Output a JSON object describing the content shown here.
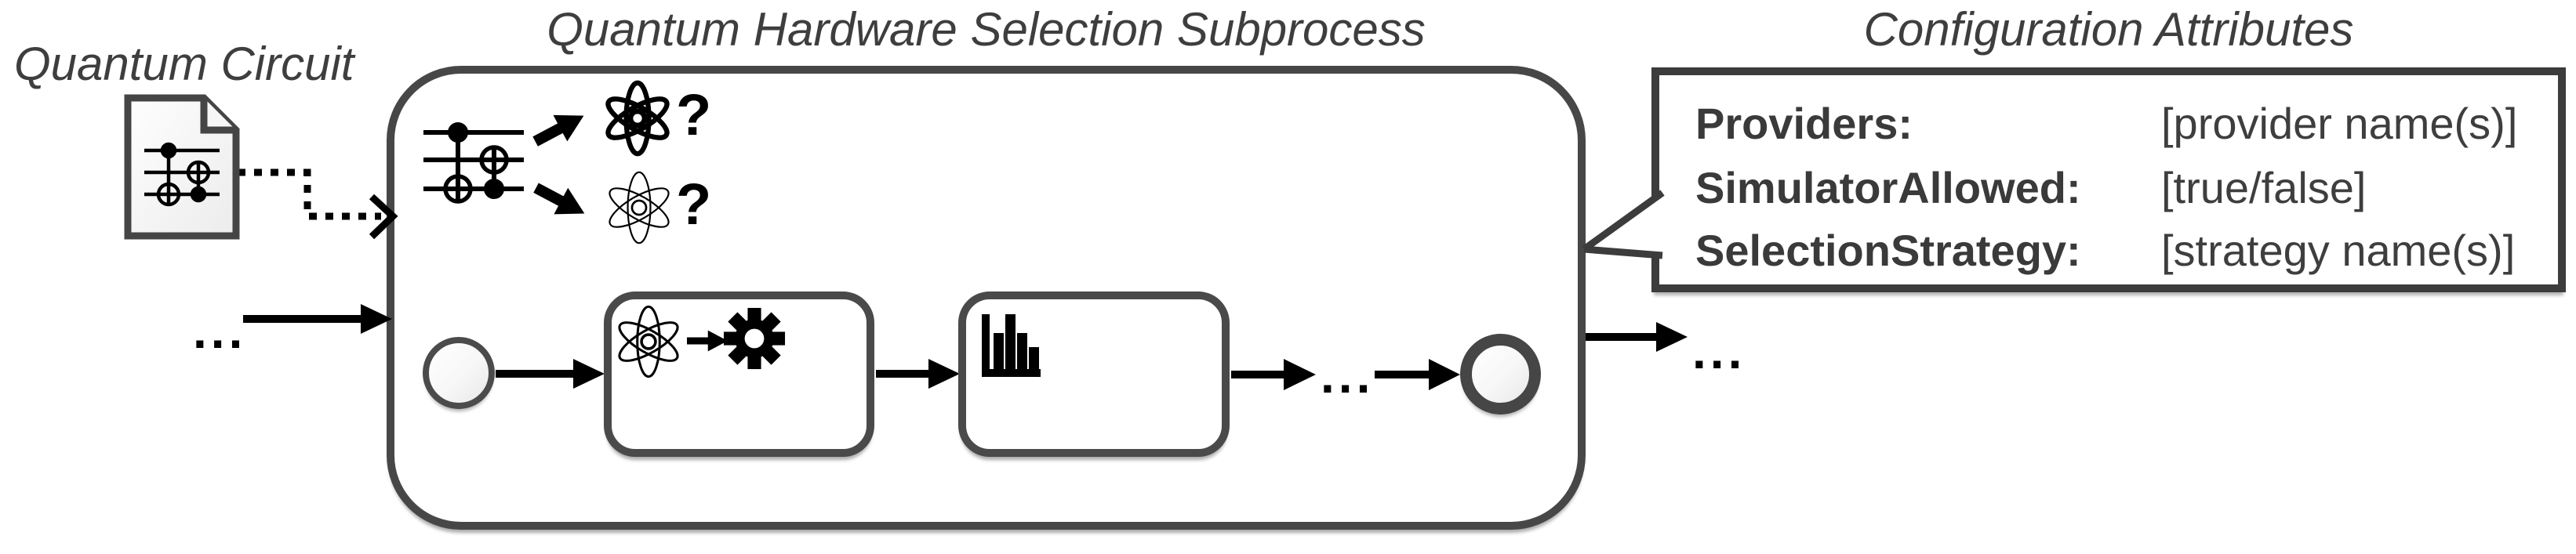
{
  "colors": {
    "ink": "#3e3e3e",
    "outline": "#474747",
    "icon_black": "#000000",
    "background": "#ffffff"
  },
  "quantum_circuit": {
    "label": "Quantum Circuit"
  },
  "subprocess": {
    "title": "Quantum Hardware Selection Subprocess",
    "qpu_candidates": [
      {
        "mark": "?"
      },
      {
        "mark": "?"
      }
    ],
    "ellipsis_inside": "..."
  },
  "flow": {
    "ellipsis_incoming": "...",
    "ellipsis_outgoing": "..."
  },
  "callout": {
    "title": "Configuration Attributes",
    "rows": [
      {
        "label": "Providers:",
        "value": "[provider name(s)]"
      },
      {
        "label": "SimulatorAllowed:",
        "value": "[true/false]"
      },
      {
        "label": "SelectionStrategy:",
        "value": "[strategy name(s)]"
      }
    ]
  },
  "icons": {
    "document": "quantum-circuit-data-object",
    "circuit_glyph": "quantum-circuit-glyph",
    "atom": "qpu-atom-icon",
    "question_mark": "unknown-qpu-marker",
    "gear": "compilation-gear-icon",
    "histogram": "results-histogram-icon",
    "events": [
      "start-event-circle",
      "end-event-circle"
    ]
  }
}
